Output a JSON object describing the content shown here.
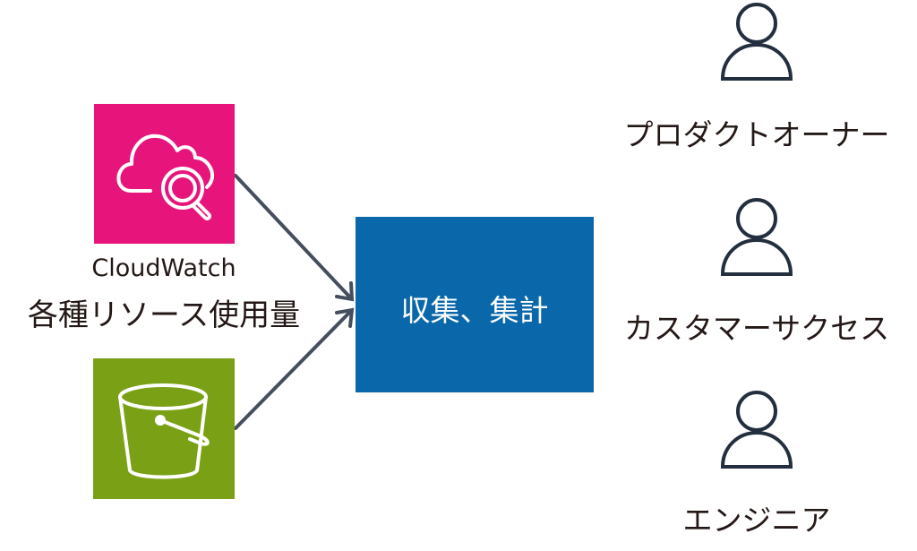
{
  "sources": {
    "cloudwatch": {
      "name": "CloudWatch",
      "description": "各種リソース使用量",
      "icon": "cloudwatch-icon",
      "color": "#E7157B"
    },
    "s3": {
      "icon": "s3-bucket-icon",
      "color": "#7AA116"
    }
  },
  "process": {
    "label": "収集、集計",
    "color": "#0A67AA"
  },
  "users": [
    {
      "label": "プロダクトオーナー",
      "icon": "user-icon"
    },
    {
      "label": "カスタマーサクセス",
      "icon": "user-icon"
    },
    {
      "label": "エンジニア",
      "icon": "user-icon"
    }
  ],
  "colors": {
    "arrow": "#454E5E",
    "user_icon": "#232F3E",
    "text": "#231815"
  }
}
